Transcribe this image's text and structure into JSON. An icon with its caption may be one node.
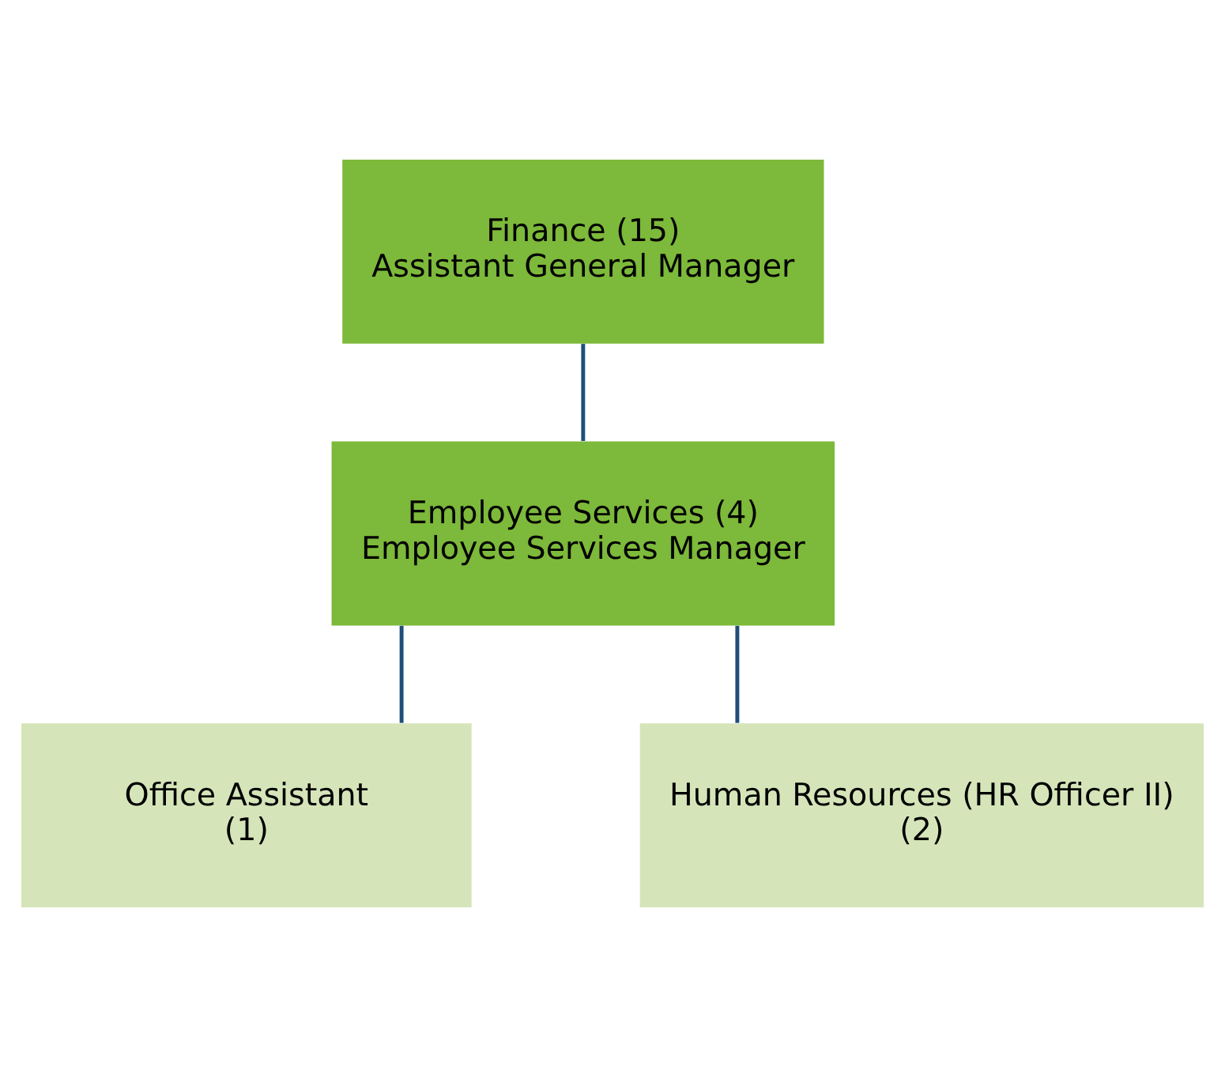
{
  "diagram": {
    "nodes": [
      {
        "text": [
          "Finance (15)",
          "Assistant General Manager"
        ]
      },
      {
        "text": [
          "Employee Services (4)",
          "Employee Services Manager"
        ]
      },
      {
        "text": [
          "Office Assistant",
          "(1)"
        ]
      },
      {
        "text": [
          "Human Resources (HR Officer II)",
          "(2)"
        ]
      }
    ],
    "edges": [
      {
        "from": 0,
        "to": 1,
        "arrow": "none"
      },
      {
        "from": 1,
        "to": 2,
        "arrow": "none"
      },
      {
        "from": 1,
        "to": 3,
        "arrow": "none"
      }
    ]
  }
}
